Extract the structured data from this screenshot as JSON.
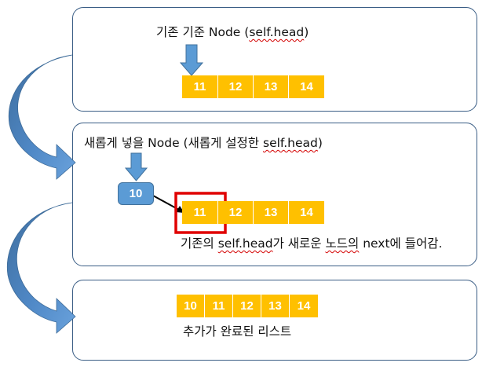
{
  "panel1": {
    "caption": "기존 기준 Node (",
    "code": "self.head",
    "caption_end": ")",
    "cells": [
      "11",
      "12",
      "13",
      "14"
    ]
  },
  "panel2": {
    "caption": "새롭게 넣을 Node (새롭게 설정한 ",
    "code": "self.head",
    "caption_end": ")",
    "new_node": "10",
    "cells": [
      "11",
      "12",
      "13",
      "14"
    ],
    "note_prefix": "기존의 ",
    "note_code": "self.head",
    "note_suffix": "가 새로운 ",
    "note_wavy": "노드의",
    "note_end": " next에 들어감.",
    "highlight_color": "#e00000"
  },
  "panel3": {
    "cells": [
      "10",
      "11",
      "12",
      "13",
      "14"
    ],
    "caption": "추가가 완료된 리스트"
  },
  "colors": {
    "cell": "#ffc000",
    "node": "#5b9bd5",
    "curved_arrow": "#4a82bf",
    "panel_border": "#3a5d85"
  }
}
